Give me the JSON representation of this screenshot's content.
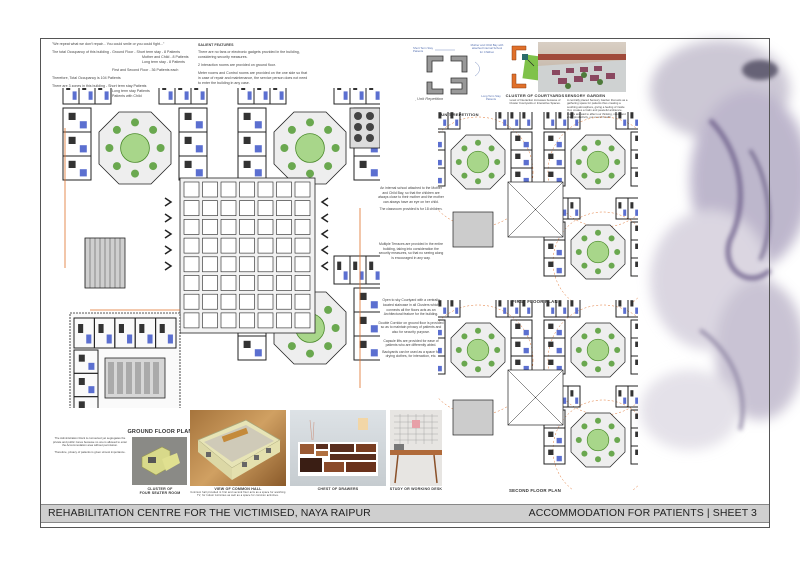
{
  "sheet": {
    "project_title": "REHABILITATION CENTRE FOR THE VICTIMISED, NAYA RAIPUR",
    "sheet_title": "ACCOMMODATION FOR PATIENTS | SHEET 3"
  },
  "intro_notes": {
    "quote": "\"We repeat what we don't repair... You could smile or you could fight...\"",
    "occupancy_ground": "The total Occupancy of this building - Ground Floor - Short term stay - 8 Patients",
    "occupancy_ground_2": "Mother and Child - 8 Patients",
    "occupancy_ground_3": "Long term stay - 8 Patients",
    "occupancy_upper": "First and Second Floor - 36 Patients each",
    "total": "Therefore, Total Occupancy is 104 Patients",
    "zones": "There are 3 zones in this building - Short term stay Patients",
    "zones_2": "Long term stay Patients",
    "zones_3": "Patients with Child"
  },
  "salient_features": {
    "heading": "SALIENT FEATURES",
    "items": [
      "There are no fans or electronic gadgets provided in the building, considering security measures.",
      "2 Interaction rooms are provided on ground floor.",
      "Meter rooms and Control rooms are provided on the one side so that in case of repair and maintenance, the service person does not need to enter the building in any case."
    ]
  },
  "plan_notes": [
    "An internal school attached to the Mother and Child Bay, so that the children are always close to their mother and the mother can always have an eye on her child.",
    "The classroom provided is for 18 children.",
    "Multiple Terraces are provided in the entire building, taking into consideration the security measures, so that no seeing along is encouraged in any way.",
    "Open to sky Courtyard with a centrally located staircase in all Clusters which connects all the floors acts as an Architectural feature for the building.",
    "Double Corridor on ground floor is provided so as to maintain privacy of patients and also for security purpose.",
    "Capsule lifts are provided for ease of patients who are differently abled.",
    "Backyards can be used as a space for drying clothes, for interaction, etc."
  ],
  "unit_repetition": {
    "caption": "UNIT REPETITION",
    "labels": [
      "Short Term Stay Patients",
      "Mother and Child Bay with attached Internal School for Children",
      "Long Term Stay Patients",
      "Unit Repetition"
    ]
  },
  "cluster_courtyards": {
    "caption": "CLUSTER OF COURTYARDS",
    "note": "Level of Interaction increases because of Cluster Courtyards or Interactive Spaces."
  },
  "sensory_garden": {
    "caption": "SENSORY GARDEN",
    "note": "A centrally placed Sensory Garden that acts as a gathering space for patients thus creating a soothing atmosphere, giving a feeling of inside Out, creates a Calm and peaceful ambience.",
    "note_2": "Colors are said to affect our thinking, mood and even productivity, our overall health."
  },
  "plans": {
    "ground": "GROUND FLOOR PLAN",
    "first": "FIRST FLOOR PLAN",
    "second": "SECOND FLOOR PLAN"
  },
  "admin_note": {
    "text": "The Administration block is connected yet segregates the private and public zones because no one is allowed to enter the Accommodation area without permission.",
    "text_2": "Therefore, privacy of patients is given utmost importance."
  },
  "images": [
    {
      "caption": "CLUSTER OF",
      "caption_2": "FOUR SEATER ROOM"
    },
    {
      "caption": "VIEW OF COMMON HALL",
      "caption_2": "Common hall provided in first and second floor acts as a space for watching TV, for Indoor Activities as well as a space for common activities."
    },
    {
      "caption": "CHEST OF DRAWERS"
    },
    {
      "caption": "STUDY OR WORKING DESK"
    }
  ],
  "colors": {
    "frame": "#555555",
    "title_bar": "#cfcfcf",
    "plan_line": "#222222",
    "courtyard_green": "#7fc24a",
    "accent_orange": "#e0702a",
    "wash_purple": "#8a7aa6"
  }
}
